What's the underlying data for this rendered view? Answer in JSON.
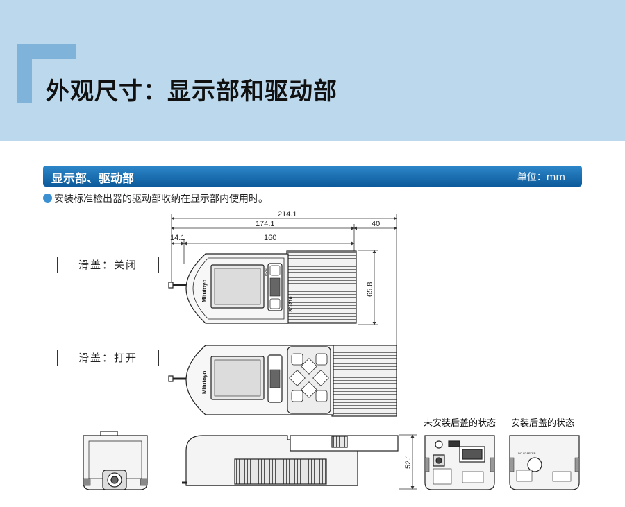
{
  "page": {
    "title": "外观尺寸：显示部和驱动部"
  },
  "section": {
    "title": "显示部、驱动部",
    "unit": "单位：mm",
    "note": "安装标准检出器的驱动部收纳在显示部内使用时。"
  },
  "views": {
    "closed_label": "滑盖：关闭",
    "open_label": "滑盖：打开",
    "uninstalled_label": "未安装后盖的状态",
    "installed_label": "安装后盖的状态"
  },
  "dimensions": {
    "overall_length": "214.1",
    "display_length": "174.1",
    "drive_extension": "40",
    "detector_offset": "14.1",
    "body_length": "160",
    "width": "65.8",
    "height": "52.1"
  },
  "device_markings": {
    "brand": "Mitutoyo",
    "model": "SJ-210",
    "print_key": "PRN",
    "dc_adapter": "DC ADAPTER"
  },
  "colors": {
    "header_band": "#bcd8ec",
    "header_accent": "#7fb3d9",
    "section_bar": "#1a6fb3",
    "bullet": "#3a90d0"
  }
}
